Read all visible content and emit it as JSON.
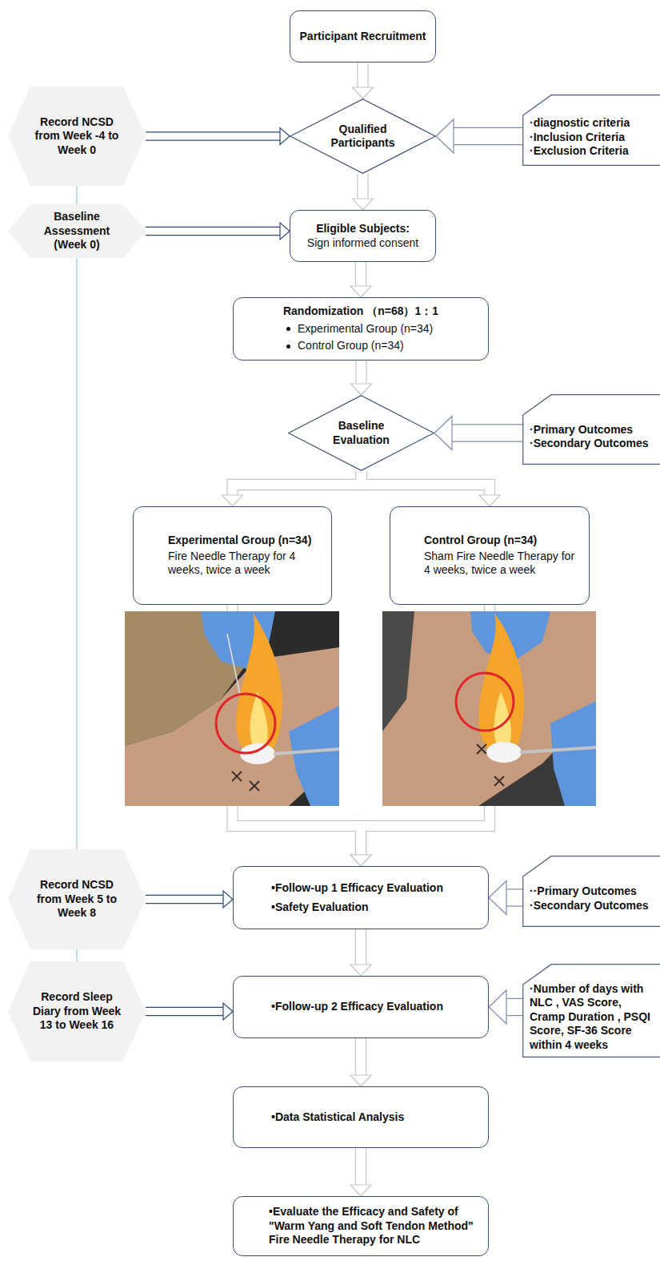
{
  "diagram": {
    "nodes": [
      {
        "text": [
          "Participant Recruitment"
        ]
      },
      {
        "text": [
          "Record NCSD from Week -4 to Week 0"
        ]
      },
      {
        "text": [
          "Qualified Participants"
        ]
      },
      {
        "text": [
          "·diagnostic criteria",
          "·Inclusion Criteria",
          "·Exclusion Criteria"
        ]
      },
      {
        "text": [
          "Baseline Assessment (Week 0)"
        ]
      },
      {
        "text": [
          "Eligible Subjects:",
          "Sign informed consent"
        ]
      },
      {
        "text": [
          "Randomization （n=68）1：1",
          "Experimental Group (n=34)",
          "Control Group (n=34)"
        ]
      },
      {
        "text": [
          "Baseline Evaluation"
        ]
      },
      {
        "text": [
          "·Primary Outcomes",
          "·Secondary Outcomes"
        ]
      },
      {
        "text": [
          "Experimental Group (n=34)",
          "Fire Needle Therapy for 4 weeks, twice a week"
        ]
      },
      {
        "text": [
          "Control Group (n=34)",
          "Sham Fire Needle Therapy for 4 weeks, twice a week"
        ]
      },
      {
        "text": [
          "Record NCSD from Week 5 to Week 8"
        ]
      },
      {
        "text": [
          "•Follow-up 1 Efficacy Evaluation",
          "•Safety Evaluation"
        ]
      },
      {
        "text": [
          "··Primary Outcomes",
          "·Secondary Outcomes"
        ]
      },
      {
        "text": [
          "Record Sleep Diary from Week 13 to Week 16"
        ]
      },
      {
        "text": [
          "•Follow-up 2 Efficacy Evaluation"
        ]
      },
      {
        "text": [
          "·Number of days with NLC , VAS Score, Cramp Duration , PSQI Score, SF-36 Score within 4 weeks"
        ]
      },
      {
        "text": [
          "•Data Statistical Analysis"
        ]
      },
      {
        "text": [
          "•Evaluate the Efficacy and Safety of \"Warm Yang and Soft Tendon Method\" Fire Needle Therapy for NLC"
        ]
      }
    ],
    "edges": [
      {
        "from": 0,
        "to": 2,
        "arrow": "to"
      },
      {
        "from": 1,
        "to": 2,
        "arrow": "to"
      },
      {
        "from": 3,
        "to": 2,
        "arrow": "to"
      },
      {
        "from": 2,
        "to": 5,
        "arrow": "to"
      },
      {
        "from": 4,
        "to": 5,
        "arrow": "to"
      },
      {
        "from": 5,
        "to": 6,
        "arrow": "to"
      },
      {
        "from": 6,
        "to": 7,
        "arrow": "to"
      },
      {
        "from": 8,
        "to": 7,
        "arrow": "to"
      },
      {
        "from": 7,
        "to": 9,
        "arrow": "to"
      },
      {
        "from": 7,
        "to": 10,
        "arrow": "to"
      },
      {
        "from": 9,
        "to": 12,
        "arrow": "to"
      },
      {
        "from": 10,
        "to": 12,
        "arrow": "to"
      },
      {
        "from": 11,
        "to": 12,
        "arrow": "to"
      },
      {
        "from": 13,
        "to": 12,
        "arrow": "to"
      },
      {
        "from": 12,
        "to": 15,
        "arrow": "to"
      },
      {
        "from": 14,
        "to": 15,
        "arrow": "to"
      },
      {
        "from": 16,
        "to": 15,
        "arrow": "to"
      },
      {
        "from": 15,
        "to": 17,
        "arrow": "to"
      },
      {
        "from": 17,
        "to": 18,
        "arrow": "to"
      },
      {
        "from": 1,
        "to": 4,
        "arrow": "none"
      },
      {
        "from": 4,
        "to": 11,
        "arrow": "none"
      },
      {
        "from": 11,
        "to": 14,
        "arrow": "none"
      }
    ]
  }
}
